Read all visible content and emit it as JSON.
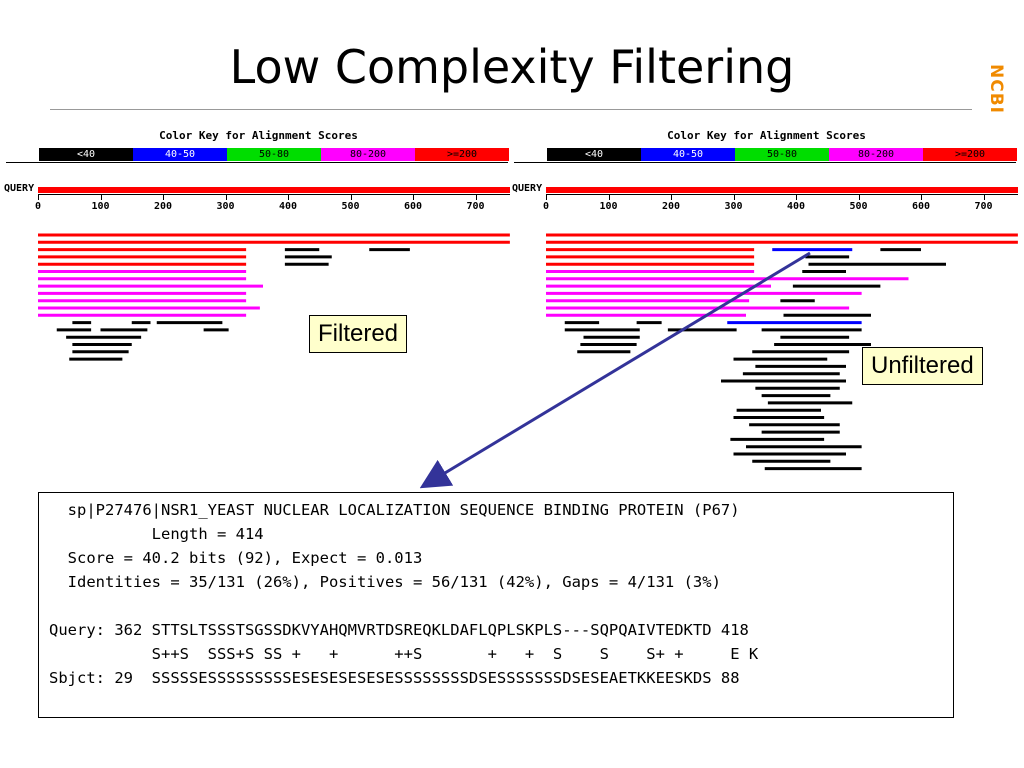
{
  "title": "Low Complexity Filtering",
  "logo": "NCBI",
  "color_key": {
    "title": "Color Key for Alignment Scores",
    "bins": [
      {
        "label": "<40",
        "color": "#000000",
        "text_color": "#ffffff"
      },
      {
        "label": "40-50",
        "color": "#0000ff",
        "text_color": "#ffffff"
      },
      {
        "label": "50-80",
        "color": "#00dd00",
        "text_color": "#000000"
      },
      {
        "label": "80-200",
        "color": "#ff00ff",
        "text_color": "#000000"
      },
      {
        "label": ">=200",
        "color": "#ff0000",
        "text_color": "#000000"
      }
    ]
  },
  "query_label": "QUERY",
  "axis_ticks": [
    0,
    100,
    200,
    300,
    400,
    500,
    600,
    700
  ],
  "query_length": 755,
  "panels": [
    {
      "id": "filtered",
      "callout": "Filtered",
      "hits": [
        {
          "start": 0,
          "end": 755,
          "color": "red"
        },
        {
          "start": 0,
          "end": 755,
          "color": "red"
        },
        {
          "start": 0,
          "end": 333,
          "color": "red"
        },
        {
          "start": 0,
          "end": 333,
          "color": "red"
        },
        {
          "start": 0,
          "end": 333,
          "color": "red"
        },
        {
          "start": 0,
          "end": 333,
          "color": "magenta"
        },
        {
          "start": 0,
          "end": 333,
          "color": "magenta"
        },
        {
          "start": 0,
          "end": 360,
          "color": "magenta"
        },
        {
          "start": 0,
          "end": 333,
          "color": "magenta"
        },
        {
          "start": 0,
          "end": 333,
          "color": "magenta"
        },
        {
          "start": 0,
          "end": 355,
          "color": "magenta"
        },
        {
          "start": 0,
          "end": 333,
          "color": "magenta"
        },
        {
          "start": 395,
          "end": 450,
          "color": "black"
        },
        {
          "start": 530,
          "end": 595,
          "color": "black"
        },
        {
          "start": 395,
          "end": 470,
          "color": "black"
        },
        {
          "start": 395,
          "end": 465,
          "color": "black"
        },
        {
          "start": 55,
          "end": 85,
          "color": "black"
        },
        {
          "start": 150,
          "end": 180,
          "color": "black"
        },
        {
          "start": 190,
          "end": 295,
          "color": "black"
        },
        {
          "start": 30,
          "end": 85,
          "color": "black"
        },
        {
          "start": 100,
          "end": 175,
          "color": "black"
        },
        {
          "start": 265,
          "end": 305,
          "color": "black"
        },
        {
          "start": 45,
          "end": 165,
          "color": "black"
        },
        {
          "start": 55,
          "end": 150,
          "color": "black"
        },
        {
          "start": 55,
          "end": 145,
          "color": "black"
        },
        {
          "start": 50,
          "end": 135,
          "color": "black"
        }
      ]
    },
    {
      "id": "unfiltered",
      "callout": "Unfiltered",
      "hits": [
        {
          "start": 0,
          "end": 755,
          "color": "red"
        },
        {
          "start": 0,
          "end": 755,
          "color": "red"
        },
        {
          "start": 0,
          "end": 333,
          "color": "red"
        },
        {
          "start": 0,
          "end": 333,
          "color": "red"
        },
        {
          "start": 0,
          "end": 333,
          "color": "red"
        },
        {
          "start": 0,
          "end": 333,
          "color": "magenta"
        },
        {
          "start": 0,
          "end": 580,
          "color": "magenta"
        },
        {
          "start": 0,
          "end": 360,
          "color": "magenta"
        },
        {
          "start": 0,
          "end": 505,
          "color": "magenta"
        },
        {
          "start": 0,
          "end": 325,
          "color": "magenta"
        },
        {
          "start": 0,
          "end": 485,
          "color": "magenta"
        },
        {
          "start": 0,
          "end": 320,
          "color": "magenta"
        },
        {
          "start": 362,
          "end": 490,
          "color": "blue"
        },
        {
          "start": 290,
          "end": 505,
          "color": "blue"
        },
        {
          "start": 535,
          "end": 600,
          "color": "black"
        },
        {
          "start": 415,
          "end": 485,
          "color": "black"
        },
        {
          "start": 420,
          "end": 640,
          "color": "black"
        },
        {
          "start": 410,
          "end": 480,
          "color": "black"
        },
        {
          "start": 395,
          "end": 535,
          "color": "black"
        },
        {
          "start": 375,
          "end": 430,
          "color": "black"
        },
        {
          "start": 380,
          "end": 520,
          "color": "black"
        },
        {
          "start": 345,
          "end": 505,
          "color": "black"
        },
        {
          "start": 375,
          "end": 485,
          "color": "black"
        },
        {
          "start": 365,
          "end": 520,
          "color": "black"
        },
        {
          "start": 30,
          "end": 85,
          "color": "black"
        },
        {
          "start": 145,
          "end": 185,
          "color": "black"
        },
        {
          "start": 195,
          "end": 305,
          "color": "black"
        },
        {
          "start": 330,
          "end": 485,
          "color": "black"
        },
        {
          "start": 30,
          "end": 150,
          "color": "black"
        },
        {
          "start": 60,
          "end": 150,
          "color": "black"
        },
        {
          "start": 55,
          "end": 145,
          "color": "black"
        },
        {
          "start": 50,
          "end": 135,
          "color": "black"
        },
        {
          "start": 300,
          "end": 450,
          "color": "black"
        },
        {
          "start": 335,
          "end": 480,
          "color": "black"
        },
        {
          "start": 315,
          "end": 470,
          "color": "black"
        },
        {
          "start": 280,
          "end": 480,
          "color": "black"
        },
        {
          "start": 335,
          "end": 470,
          "color": "black"
        },
        {
          "start": 345,
          "end": 455,
          "color": "black"
        },
        {
          "start": 355,
          "end": 490,
          "color": "black"
        },
        {
          "start": 305,
          "end": 440,
          "color": "black"
        },
        {
          "start": 300,
          "end": 445,
          "color": "black"
        },
        {
          "start": 325,
          "end": 470,
          "color": "black"
        },
        {
          "start": 345,
          "end": 470,
          "color": "black"
        },
        {
          "start": 295,
          "end": 445,
          "color": "black"
        },
        {
          "start": 320,
          "end": 505,
          "color": "black"
        },
        {
          "start": 300,
          "end": 480,
          "color": "black"
        },
        {
          "start": 330,
          "end": 455,
          "color": "black"
        },
        {
          "start": 350,
          "end": 505,
          "color": "black"
        }
      ]
    }
  ],
  "alignment": {
    "header": "sp|P27476|NSR1_YEAST NUCLEAR LOCALIZATION SEQUENCE BINDING PROTEIN (P67)",
    "length": "Length = 414",
    "score": "Score = 40.2 bits (92), Expect = 0.013",
    "identities": "Identities = 35/131 (26%), Positives = 56/131 (42%), Gaps = 4/131 (3%)",
    "query": "Query: 362 STTSLTSSSTSGSSDKVYAHQMVRTDSREQKLDAFLQPLSKPLS---SQPQAIVTEDKTD 418",
    "midline": "           S++S  SSS+S SS +   +      ++S       +   +  S    S    S+ +     E K",
    "subject": "Sbjct: 29  SSSSSESSSSSSSSSESESESESESESSSSSSSSDSESSSSSSSDSESEAETKKEESKDS 88"
  }
}
